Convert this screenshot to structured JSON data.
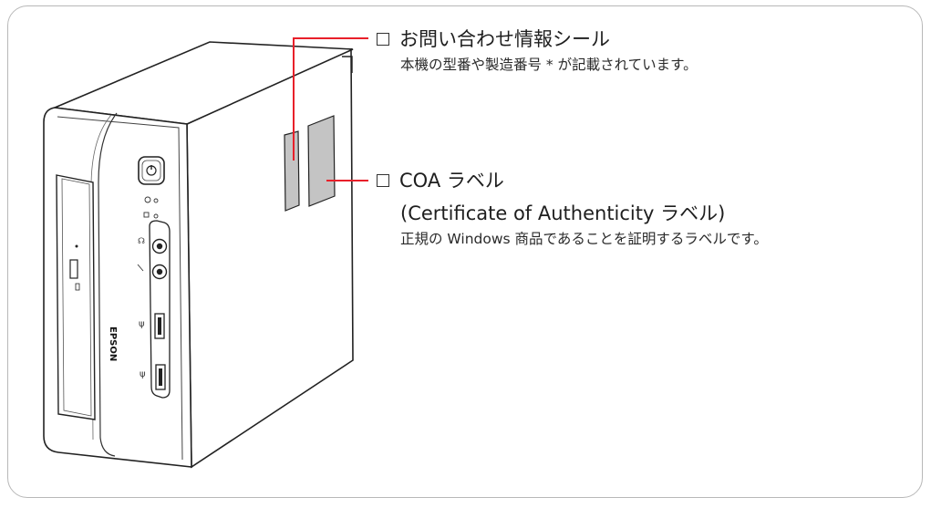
{
  "callouts": [
    {
      "title": "お問い合わせ情報シール",
      "description": "本機の型番や製造番号 * が記載されています。"
    },
    {
      "title": "COA ラベル",
      "subtitle": "(Certificate of Authenticity ラベル)",
      "description": "正規の Windows 商品であることを証明するラベルです。"
    }
  ],
  "device": {
    "brand_text": "EPSON"
  },
  "colors": {
    "leader_line": "#e8202a",
    "label_fill": "#c4c4c4",
    "frame": "#b8b8b8"
  }
}
